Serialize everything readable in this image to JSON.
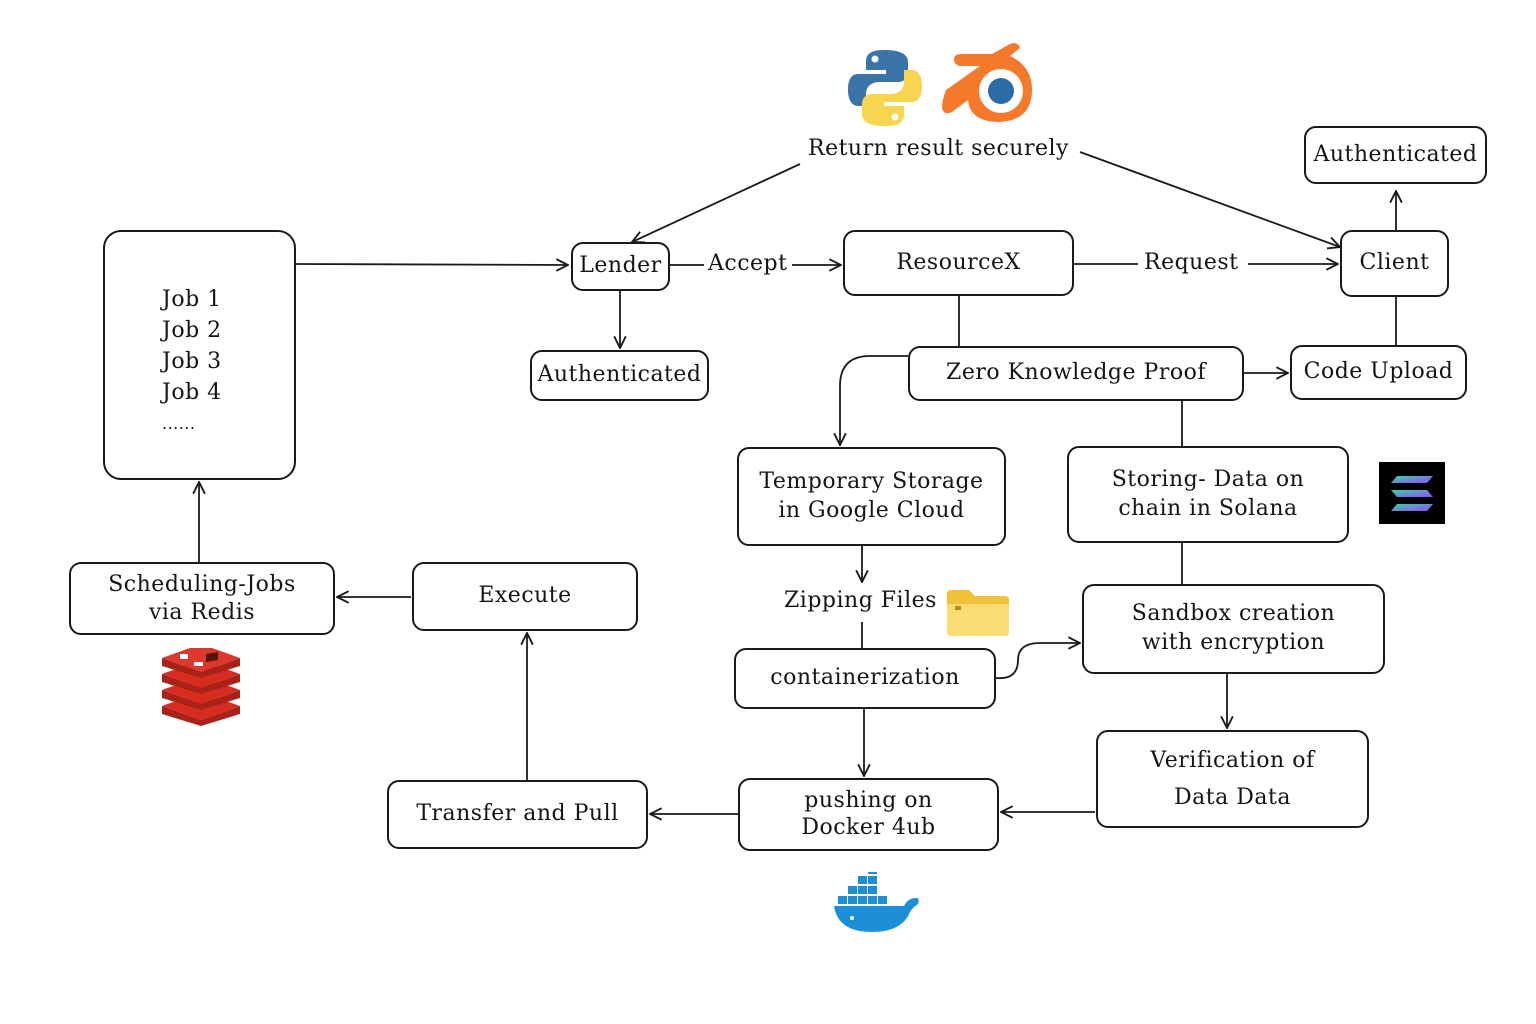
{
  "diagram": {
    "return_label": "Return result securely",
    "lender": "Lender",
    "accept": "Accept",
    "resourcex": "ResourceX",
    "request": "Request",
    "client": "Client",
    "authenticated_client": "Authenticated",
    "authenticated_lender": "Authenticated",
    "jobs": [
      "Job 1",
      "Job 2",
      "Job 3",
      "Job 4",
      "......"
    ],
    "zkp": "Zero Knowledge Proof",
    "code_upload": "Code Upload",
    "temp_storage": "Temporary Storage in Google Cloud",
    "solana_storage": "Storing- Data on chain in Solana",
    "zipping": "Zipping Files",
    "sandbox": "Sandbox creation with encryption",
    "containerization": "containerization",
    "verification": "Verification of Data Data",
    "docker_push": "pushing on Docker 4ub",
    "transfer": "Transfer and Pull",
    "execute": "Execute",
    "scheduling": "Scheduling-Jobs via Redis"
  },
  "icons": {
    "python": "python-logo",
    "blender": "blender-logo",
    "solana": "solana-logo",
    "folder": "folder-icon",
    "redis": "redis-logo",
    "docker": "docker-logo"
  },
  "colors": {
    "python_blue": "#3b74a8",
    "python_yellow": "#f7d54e",
    "blender_orange": "#f5792a",
    "blender_blue": "#2a6ca8",
    "redis_red": "#d82c20",
    "docker_blue": "#1d8fd8",
    "folder_yellow": "#f7d155",
    "solana_green": "#35d6a0",
    "solana_purple": "#9945ff"
  }
}
